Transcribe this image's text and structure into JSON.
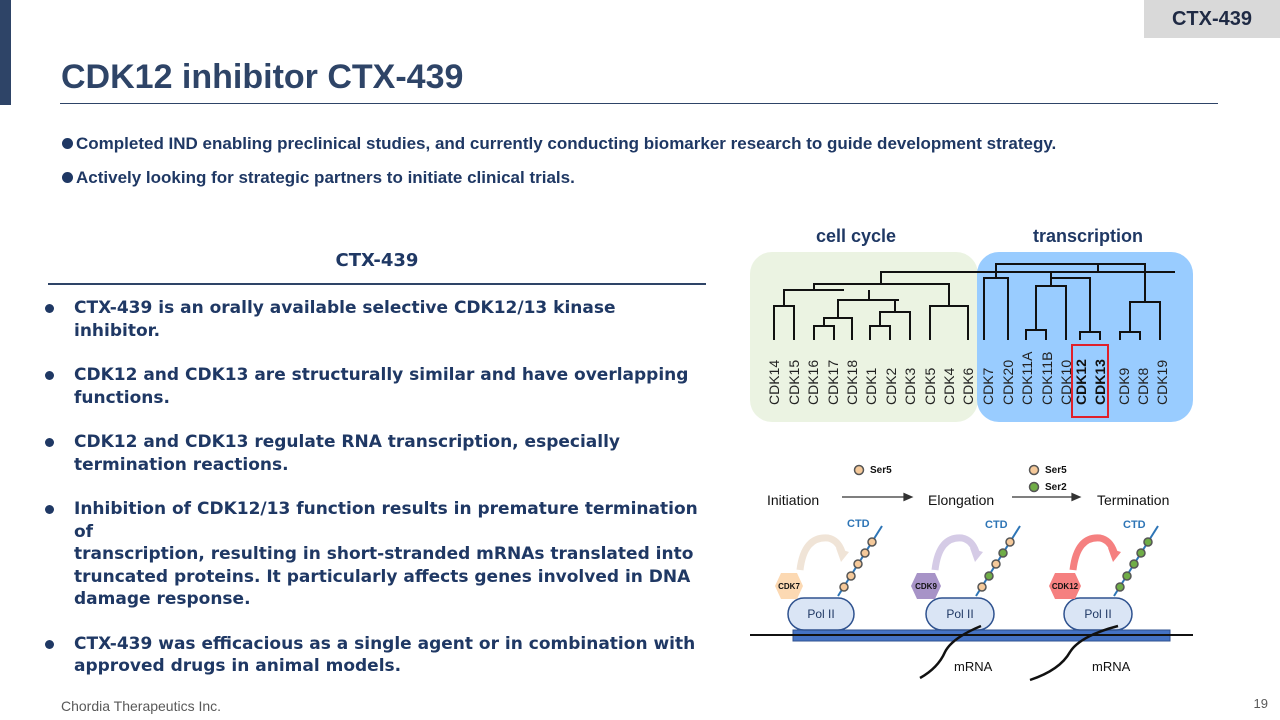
{
  "tag": "CTX-439",
  "title": "CDK12 inhibitor CTX-439",
  "key_points": [
    "Completed IND enabling preclinical studies, and currently conducting biomarker research to guide development strategy.",
    "Actively looking for strategic partners to initiate clinical trials."
  ],
  "box_title": "CTX-439",
  "bullets": [
    [
      "CTX-439 is an orally available selective CDK12/13 kinase inhibitor."
    ],
    [
      "CDK12 and CDK13 are structurally similar and have overlapping",
      "functions."
    ],
    [
      "CDK12 and CDK13 regulate RNA transcription, especially",
      "termination reactions."
    ],
    [
      "Inhibition of CDK12/13 function results in premature termination of",
      "transcription, resulting in short-stranded mRNAs translated into",
      "truncated proteins. It particularly affects genes involved in DNA",
      "damage response."
    ],
    [
      "CTX-439 was efficacious as a single agent or in combination with",
      "approved drugs in animal models."
    ]
  ],
  "tree": {
    "group_cell_cycle": "cell cycle",
    "group_transcription": "transcription",
    "cell_cycle_color": "#ebf3e2",
    "transcription_color": "#99ccff",
    "highlight_color": "#e0202a",
    "cell_cycle_leaves": [
      "CDK14",
      "CDK15",
      "CDK16",
      "CDK17",
      "CDK18",
      "CDK1",
      "CDK2",
      "CDK3",
      "CDK5",
      "CDK4",
      "CDK6"
    ],
    "transcription_leaves": [
      "CDK7",
      "CDK20",
      "CDK11A",
      "CDK11B",
      "CDK10",
      "CDK12",
      "CDK13",
      "CDK9",
      "CDK8",
      "CDK19"
    ]
  },
  "mechanism": {
    "stage_initiation": "Initiation",
    "stage_elongation": "Elongation",
    "stage_termination": "Termination",
    "legend_ser5_a": "Ser5",
    "legend_ser5_b": "Ser5",
    "legend_ser2": "Ser2",
    "ctd": "CTD",
    "pol_ii": "Pol II",
    "kinase_1": "CDK7",
    "kinase_2": "CDK9",
    "kinase_3": "CDK12",
    "mrna": "mRNA",
    "color_cdk7": "#fcd9b3",
    "color_cdk9": "#a793c7",
    "color_cdk12": "#f58080",
    "color_ser5": "#f5c99a",
    "color_ser2": "#70ad47",
    "color_pol": "#dae5f5"
  },
  "footer": "Chordia Therapeutics Inc.",
  "page_number": "19"
}
